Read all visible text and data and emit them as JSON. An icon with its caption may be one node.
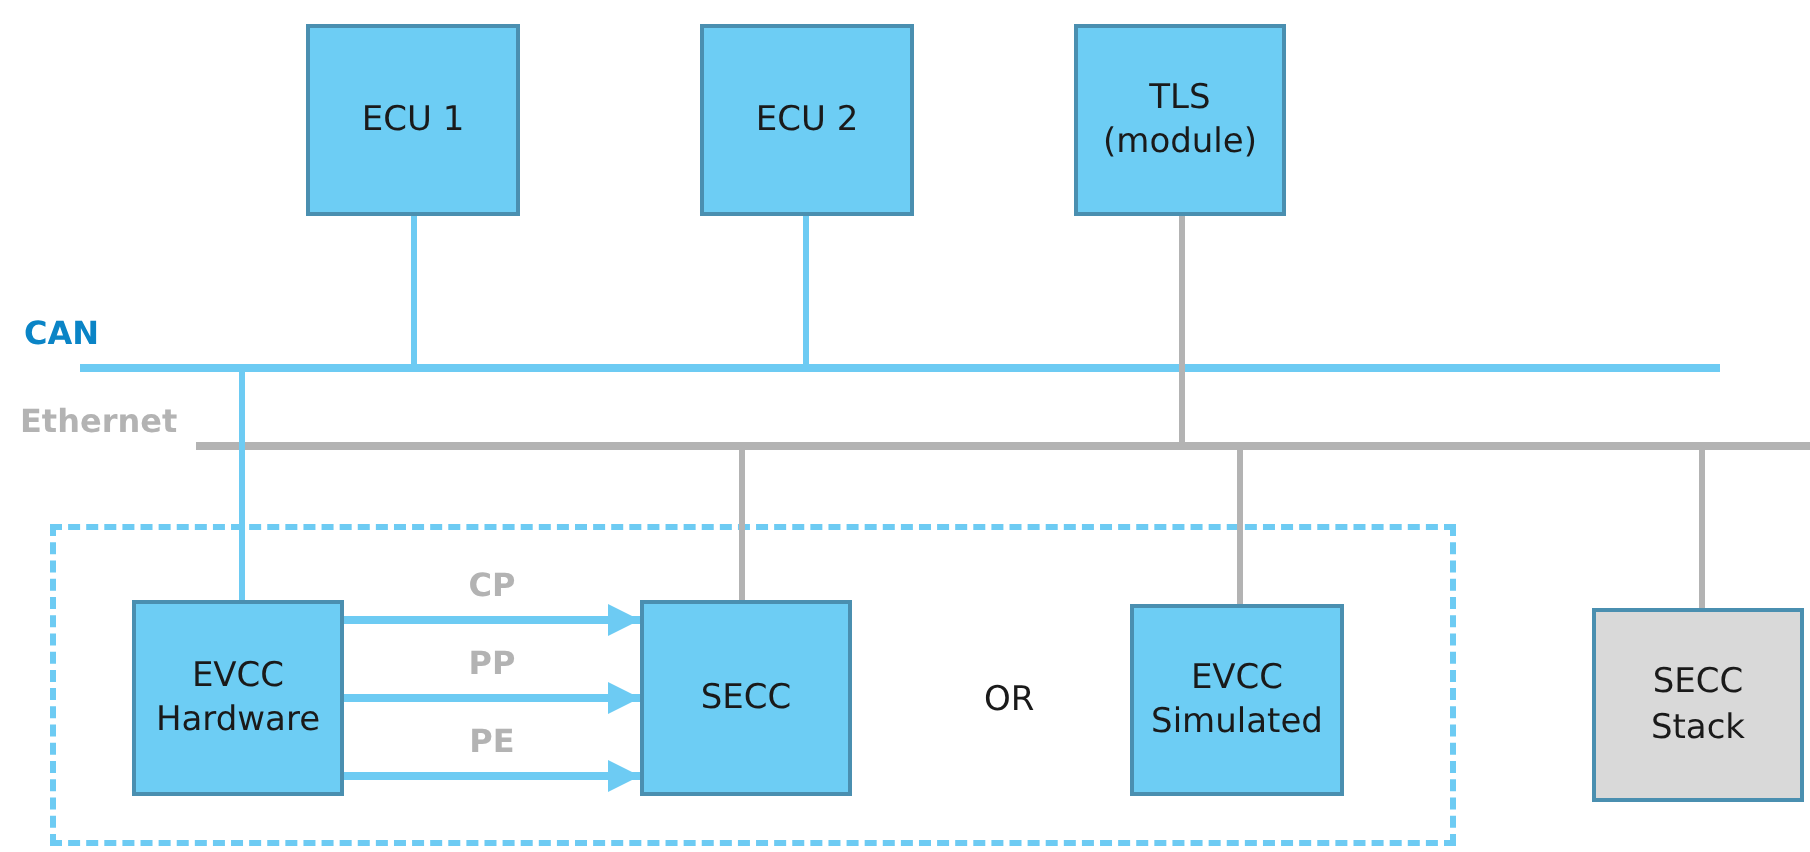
{
  "diagram": {
    "nodes": [
      {
        "text": [
          "ECU 1"
        ]
      },
      {
        "text": [
          "ECU 2"
        ]
      },
      {
        "text": [
          "TLS (module)"
        ]
      },
      {
        "text": [],
        "shape": "bar"
      },
      {
        "text": [],
        "shape": "bar"
      },
      {
        "text": [],
        "shape": "box"
      },
      {
        "text": [
          "EVCC Hardware"
        ],
        "in": 5
      },
      {
        "text": [
          "SECC"
        ],
        "in": 5
      },
      {
        "text": [
          "EVCC Simulated"
        ],
        "in": 5
      },
      {
        "text": [
          "SECC Stack"
        ]
      }
    ],
    "edges": [
      {
        "from": 0,
        "to": 3,
        "arrow": "none"
      },
      {
        "from": 1,
        "to": 3,
        "arrow": "none"
      },
      {
        "from": 2,
        "to": 4,
        "arrow": "none",
        "color": "#b3b3b3"
      },
      {
        "from": 3,
        "to": 6,
        "arrow": "none"
      },
      {
        "from": 4,
        "to": 7,
        "arrow": "none",
        "color": "#b3b3b3"
      },
      {
        "from": 4,
        "to": 8,
        "arrow": "none",
        "color": "#b3b3b3"
      },
      {
        "from": 4,
        "to": 9,
        "arrow": "none",
        "color": "#b3b3b3"
      },
      {
        "from": 6,
        "to": 7,
        "arrow": "to",
        "label": "CP"
      },
      {
        "from": 6,
        "to": 7,
        "arrow": "to",
        "label": "PP"
      },
      {
        "from": 6,
        "to": 7,
        "arrow": "to",
        "label": "PE"
      }
    ],
    "labels": [
      "CAN",
      "Ethernet",
      "OR"
    ]
  }
}
